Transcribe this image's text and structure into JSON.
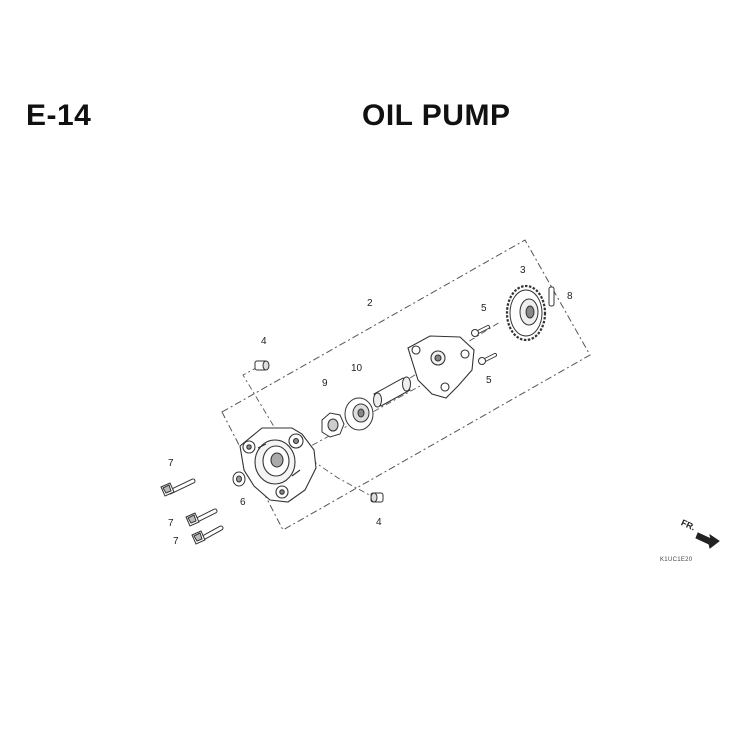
{
  "header": {
    "section_code": "E-14",
    "title": "OIL PUMP"
  },
  "callouts": [
    "2",
    "3",
    "4",
    "4",
    "5",
    "5",
    "6",
    "7",
    "7",
    "7",
    "8",
    "9",
    "10"
  ],
  "direction": {
    "label": "FR."
  },
  "diagram_code": "K1UC1E20"
}
